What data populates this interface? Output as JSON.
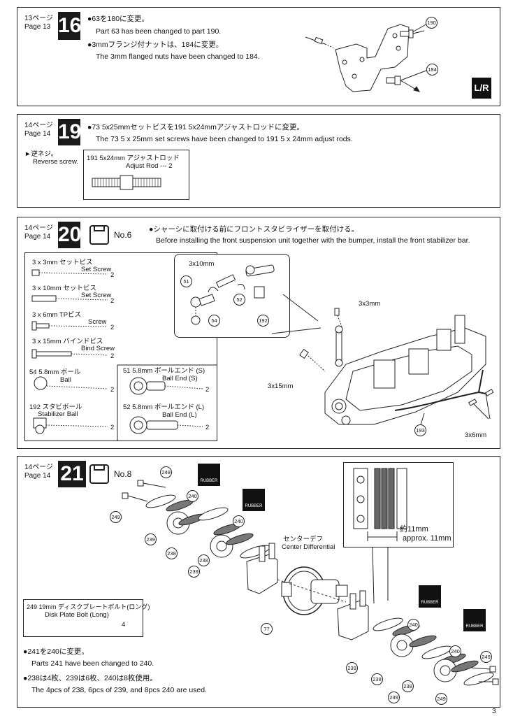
{
  "page_number": "3",
  "step16": {
    "page_ja": "13ページ",
    "page_en": "Page 13",
    "step": "16",
    "line1_ja": "●63を180に変更。",
    "line1_en": "Part 63 has been changed to part 190.",
    "line2_ja": "●3mmフランジ付ナットは、184に変更。",
    "line2_en": "The 3mm flanged nuts have been changed to 184.",
    "callout_a": "190",
    "callout_b": "184",
    "lr_badge": "L/R"
  },
  "step19": {
    "page_ja": "14ページ",
    "page_en": "Page 14",
    "step": "19",
    "line_ja": "●73 5x25mmセットビスを191 5x24mmアジャストロッドに変更。",
    "line_en": "The 73 5 x 25mm set screws have been changed to 191 5 x 24mm adjust rods.",
    "reverse_ja": "►逆ネジ。",
    "reverse_en": "Reverse screw.",
    "part_ja": "191 5x24mm アジャストロッド",
    "part_en": "Adjust Rod --- 2"
  },
  "step20": {
    "page_ja": "14ページ",
    "page_en": "Page 14",
    "step": "20",
    "bag": "No.6",
    "line_ja": "●シャーシに取付ける前にフロントスタビライザーを取付ける。",
    "line_en": "Before installing the front suspension unit together with the bumper, install the front stabilizer bar.",
    "parts": [
      {
        "ja": "3 x 3mm セットビス",
        "en": "Set Screw",
        "qty": "2"
      },
      {
        "ja": "3 x 10mm セットビス",
        "en": "Set Screw",
        "qty": "2"
      },
      {
        "ja": "3 x 6mm TPビス",
        "en": "Screw",
        "qty": "2"
      },
      {
        "ja": "3 x 15mm バインドビス",
        "en": "Bind Screw",
        "qty": "2"
      },
      {
        "ja": "54 5.8mm ボール",
        "en": "Ball",
        "qty": "2"
      },
      {
        "ja": "192 スタビボール",
        "en": "Stabilizer Ball",
        "qty": "2"
      },
      {
        "ja": "51 5.8mm ボールエンド (S)",
        "en": "Ball End (S)",
        "qty": "2"
      },
      {
        "ja": "52 5.8mm ボールエンド (L)",
        "en": "Ball End (L)",
        "qty": "2"
      }
    ],
    "labels": {
      "l3x10": "3x10mm",
      "l3x3": "3x3mm",
      "l3x15": "3x15mm",
      "l3x6": "3x6mm",
      "c51": "51",
      "c52": "52",
      "c54": "54",
      "c192": "192",
      "c193": "193"
    }
  },
  "step21": {
    "page_ja": "14ページ",
    "page_en": "Page 14",
    "step": "21",
    "bag": "No.8",
    "rubber": "RUBBER",
    "center_ja": "センターデフ",
    "center_en": "Center Differential",
    "approx_ja": "約11mm",
    "approx_en": "approx. 11mm",
    "bolt_ja": "249 19mm ディスクプレートボルト(ロング)",
    "bolt_en": "Disk Plate Bolt (Long)",
    "bolt_qty": "4",
    "line1_ja": "●241を240に変更。",
    "line1_en": "Parts 241 have been changed to 240.",
    "line2_ja": "●238は4枚、239は6枚、240は8枚使用。",
    "line2_en": "The 4pcs of 238, 6pcs of 239, and 8pcs 240 are used.",
    "c249": "249",
    "c240": "240",
    "c239": "239",
    "c238": "238",
    "c77": "77"
  }
}
